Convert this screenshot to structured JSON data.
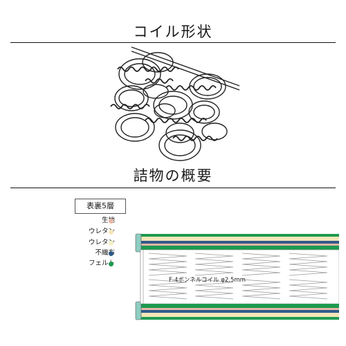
{
  "section1": {
    "title": "コイル形状"
  },
  "section2": {
    "title": "詰物の概要"
  },
  "legend": {
    "title": "表裏5層",
    "items": [
      {
        "label": "生地",
        "color": "#e8b5a8"
      },
      {
        "label": "ウレタン",
        "color": "#f5e6b8"
      },
      {
        "label": "ウレタン",
        "color": "#f3efc4"
      },
      {
        "label": "不織布",
        "color": "#2f5a8a"
      },
      {
        "label": "フェルト",
        "color": "#1d9a50"
      }
    ]
  },
  "diagram": {
    "spring_label": "F-4ボンネルコイル φ2.5mm"
  },
  "icons": [
    "coil-spring-illustration"
  ]
}
